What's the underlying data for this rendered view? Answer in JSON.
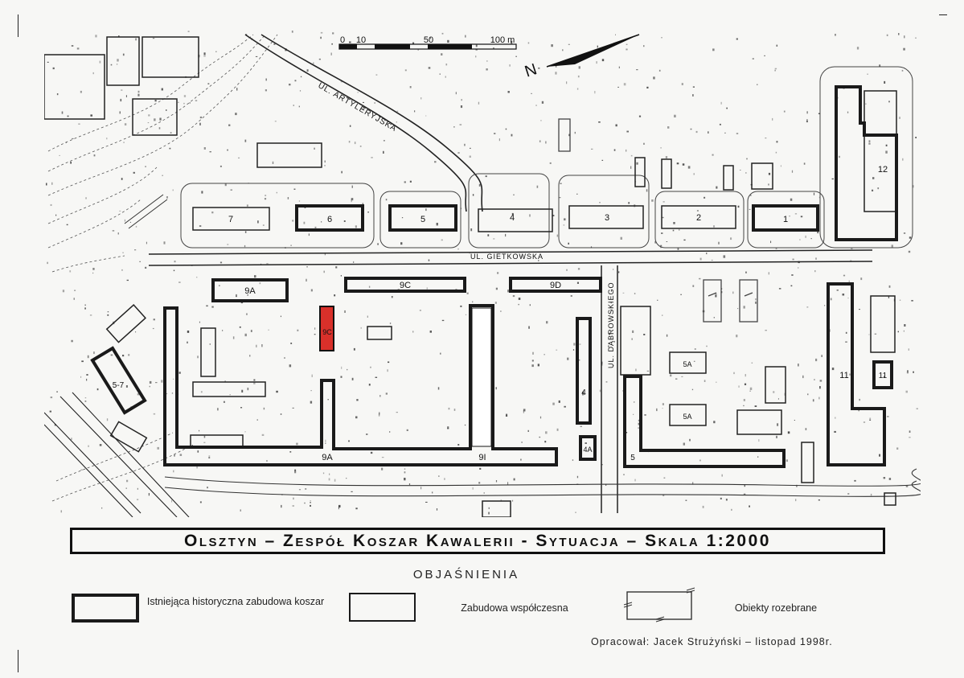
{
  "map": {
    "scale_bar": {
      "ticks": [
        "0",
        "10",
        "50",
        "100 m"
      ]
    },
    "north_label": "N",
    "streets": {
      "artyleryjska": "UL. ARTYLERYJSKA",
      "gietkowska": "UL. GIETKOWSKA",
      "dabrowskiego": "UL. DĄBROWSKIEGO"
    },
    "buildings": {
      "b1": "1",
      "b2": "2",
      "b3": "3",
      "b4": "4",
      "b5": "5",
      "b6": "6",
      "b7": "7",
      "b9a_top": "9A",
      "b9c_top": "9C",
      "b9d": "9D",
      "b9c_red": "9C",
      "b9a_bottom": "9A",
      "b9i": "9I",
      "b4_lower": "4",
      "b4a": "4A",
      "b5_lower": "5",
      "b5a_1": "5A",
      "b5a_2": "5A",
      "b11_large": "11",
      "b11_small": "11",
      "b12": "12",
      "b5_7": "5-7"
    },
    "highlight_color": "#d9302a"
  },
  "title": "Olsztyn – Zespół Koszar Kawalerii - Sytuacja – Skala 1:2000",
  "legend": {
    "heading": "OBJAŚNIENIA",
    "historic": "Istniejąca historyczna zabudowa koszar",
    "modern": "Zabudowa współczesna",
    "demolished": "Obiekty rozebrane"
  },
  "credit": "Opracował: Jacek Strużyński – listopad 1998r."
}
